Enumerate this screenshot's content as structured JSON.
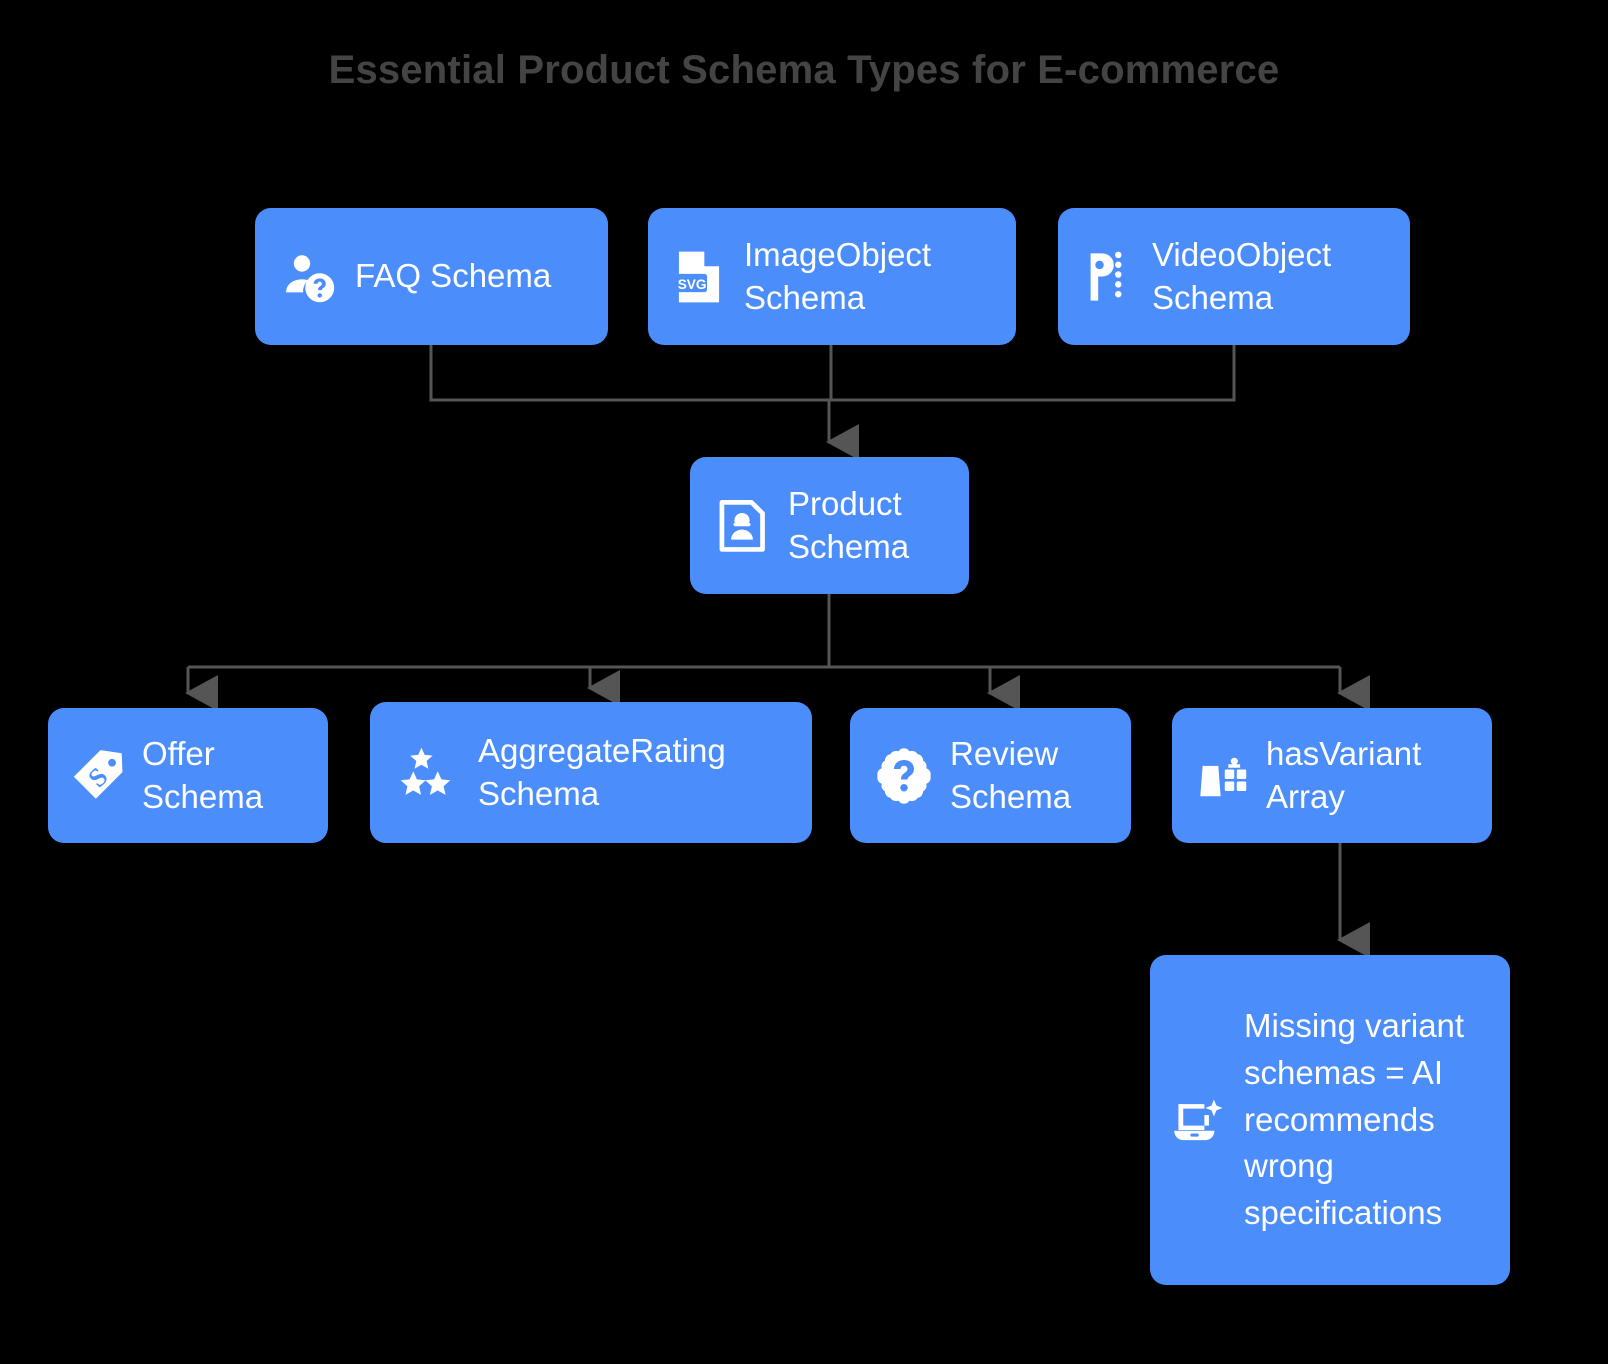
{
  "page": {
    "title": "Essential Product Schema Types for E-commerce",
    "background_color": "#000000",
    "node_color": "#4C8DFC",
    "node_text_color": "#FFFFFF",
    "title_color": "#444444",
    "connector_color": "#555555"
  },
  "nodes": {
    "faq": {
      "label": "FAQ Schema",
      "icon": "person-question-icon"
    },
    "image": {
      "label": "ImageObject\nSchema",
      "icon": "svg-file-icon"
    },
    "video": {
      "label": "VideoObject\nSchema",
      "icon": "video-pin-icon"
    },
    "product": {
      "label": "Product\nSchema",
      "icon": "product-id-card-icon"
    },
    "offer": {
      "label": "Offer\nSchema",
      "icon": "price-tag-dollar-icon"
    },
    "rating": {
      "label": "AggregateRating\nSchema",
      "icon": "three-stars-icon"
    },
    "review": {
      "label": "Review\nSchema",
      "icon": "badge-question-icon"
    },
    "variant": {
      "label": "hasVariant\nArray",
      "icon": "bag-gift-icon"
    },
    "warning": {
      "label": "Missing variant schemas = AI recommends wrong specifications",
      "icon": "laptop-sparkle-icon"
    }
  },
  "edges": [
    {
      "from": "faq",
      "to": "product"
    },
    {
      "from": "image",
      "to": "product"
    },
    {
      "from": "video",
      "to": "product"
    },
    {
      "from": "product",
      "to": "offer"
    },
    {
      "from": "product",
      "to": "rating"
    },
    {
      "from": "product",
      "to": "review"
    },
    {
      "from": "product",
      "to": "variant"
    },
    {
      "from": "variant",
      "to": "warning"
    }
  ]
}
